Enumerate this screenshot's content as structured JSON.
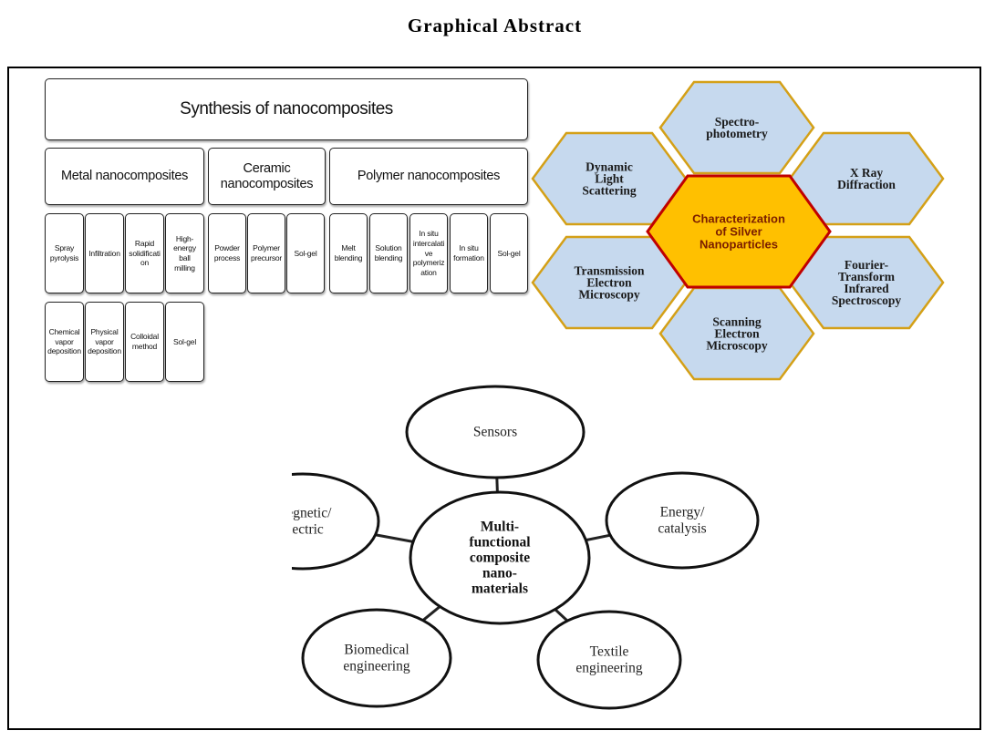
{
  "title": "Graphical Abstract",
  "synthesis": {
    "header": "Synthesis of nanocomposites",
    "categories": [
      "Metal nanocomposites",
      "Ceramic\nnanocomposites",
      "Polymer nanocomposites"
    ],
    "metal_methods": [
      "Spray\npyrolysis",
      "Infiltration",
      "Rapid\nsolidificati\non",
      "High-\nenergy\nball\nmilling",
      "Chemical\nvapor\ndeposition",
      "Physical\nvapor\ndeposition",
      "Colloidal\nmethod",
      "Sol-gel"
    ],
    "ceramic_methods": [
      "Powder\nprocess",
      "Polymer\nprecursor",
      "Sol-gel"
    ],
    "polymer_methods": [
      "Melt\nblending",
      "Solution\nblending",
      "In situ\nintercalati\nve\npolymeriz\nation",
      "In situ\nformation",
      "Sol-gel"
    ]
  },
  "characterization": {
    "center": [
      "Characterization",
      "of Silver",
      "Nanoparticles"
    ],
    "techniques": [
      [
        "Spectro-",
        "photometry"
      ],
      [
        "X Ray",
        "Diffraction"
      ],
      [
        "Fourier-",
        "Transform",
        "Infrared",
        "Spectroscopy"
      ],
      [
        "Scanning",
        "Electron",
        "Microscopy"
      ],
      [
        "Transmission",
        "Electron",
        "Microscopy"
      ],
      [
        "Dynamic",
        "Light",
        "Scattering"
      ]
    ],
    "colors": {
      "outer_fill": "#c6d9ee",
      "outer_stroke": "#d4a017",
      "center_fill": "#ffc000",
      "center_stroke": "#c00000"
    }
  },
  "applications": {
    "center": [
      "Multi-",
      "functional",
      "composite",
      "nano-",
      "materials"
    ],
    "nodes": [
      [
        "Sensors"
      ],
      [
        "Energy/",
        "catalysis"
      ],
      [
        "Textile",
        "engineering"
      ],
      [
        "Biomedical",
        "engineering"
      ],
      [
        "Megnetic/",
        "electric"
      ]
    ]
  }
}
